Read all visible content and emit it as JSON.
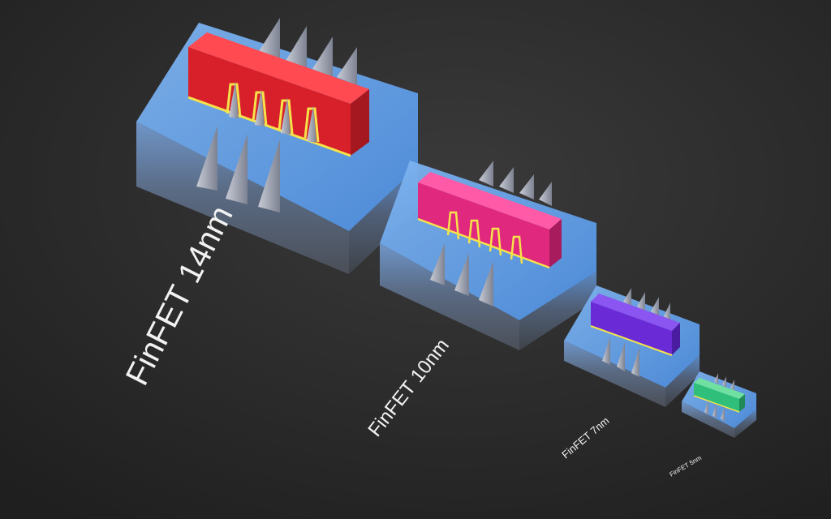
{
  "scene": {
    "background": "#2b2b2b",
    "substrate_top_color": "#5f9ee6",
    "substrate_side_color": "#5a6472",
    "fin_color": "#9aa0b0"
  },
  "nodes": [
    {
      "label": "FinFET 14nm",
      "gate_color": "#d8202a"
    },
    {
      "label": "FinFET 10nm",
      "gate_color": "#e0287e"
    },
    {
      "label": "FinFET 7nm",
      "gate_color": "#6a2bd6"
    },
    {
      "label": "FinFET 5nm",
      "gate_color": "#2fbf7a"
    }
  ]
}
